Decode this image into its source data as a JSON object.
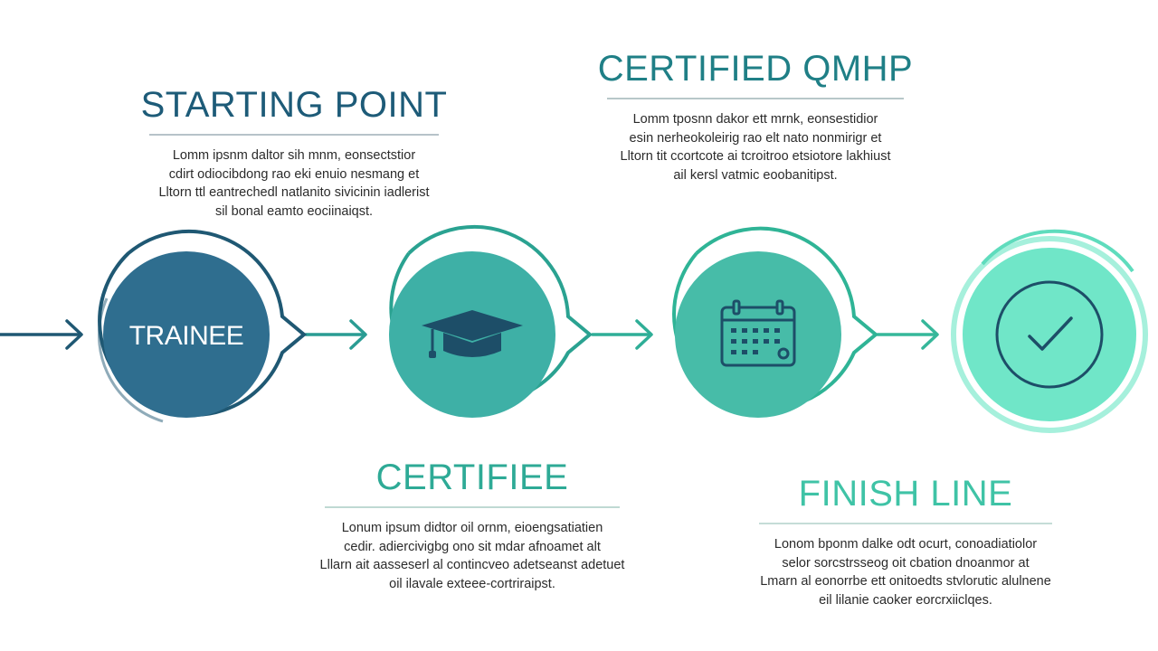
{
  "stages": [
    {
      "id": "trainee",
      "circle_label": "TRAINEE",
      "icon": null,
      "fill_color": "#2f6e8f",
      "ring_color": "#1f5873"
    },
    {
      "id": "certified",
      "circle_label": "",
      "icon": "graduation-cap-icon",
      "fill_color": "#3eb0a6",
      "ring_color": "#2aa291"
    },
    {
      "id": "certified-qmhp",
      "circle_label": "",
      "icon": "calendar-icon",
      "fill_color": "#47bca8",
      "ring_color": "#2fb496"
    },
    {
      "id": "finish",
      "circle_label": "",
      "icon": "checkmark-icon",
      "fill_color": "#70e6c8",
      "ring_color": "#70e6c8"
    }
  ],
  "text_blocks": {
    "starting_point": {
      "title": "STARTING POINT",
      "lines": [
        "Lomm ipsnm daltor sih mnm, eonsectstior",
        "cdirt odiocibdong rao eki enuio nesmang et",
        "Lltorn ttl eantrechedl natlanito sivicinin iadlerist",
        "sil bonal eamto eociinaiqst."
      ]
    },
    "certified_qmhp": {
      "title": "CERTIFIED QMHP",
      "lines": [
        "Lomm tposnn dakor ett mrnk, eonsestidior",
        "esin nerheokoleirig rao elt nato nonmirigr et",
        "Lltorn tit ccortcote ai tcroitroo etsiotore lakhiust",
        "ail kersl vatmic eoobanitipst."
      ]
    },
    "certified": {
      "title": "CERTIFIEE",
      "lines": [
        "Lonum ipsum didtor oil ornm, eioengsatiatien",
        "cedir. adiercivigbg ono sit mdar afnoamet alt",
        "Lllarn ait aasseserl al contincveo adetseanst adetuet",
        "oil ilavale exteee-cortriraipst."
      ]
    },
    "finish_line": {
      "title": "FINISH LINE",
      "lines": [
        "Lonom bponm dalke odt ocurt, conoadiatiolor",
        "selor sorcstrsseog oit cbation dnoanmor at",
        "Lmarn al eonorrbe ett onitoedts stvlorutic alulnene",
        "eil lilanie caoker eorcrxiiclqes."
      ]
    }
  }
}
